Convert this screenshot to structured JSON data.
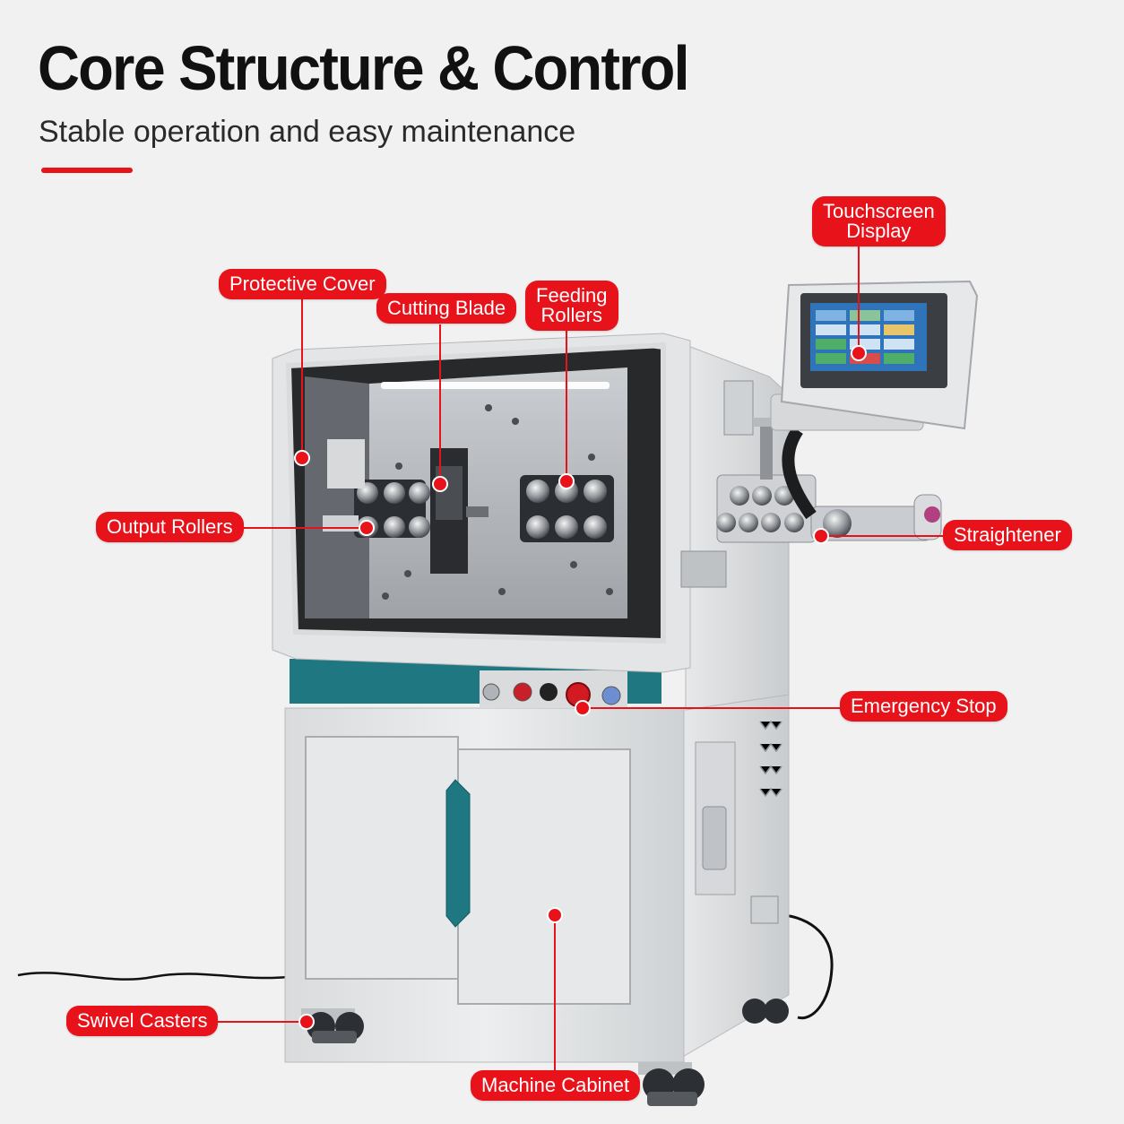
{
  "header": {
    "title": "Core Structure & Control",
    "subtitle": "Stable operation and easy maintenance"
  },
  "colors": {
    "accent": "#e8121b",
    "machine_body": "#e2e4e6",
    "teal_panel": "#1f7782",
    "text_dark": "#111111"
  },
  "callouts": {
    "touchscreen": [
      "Touchscreen",
      "Display"
    ],
    "protective_cover": "Protective Cover",
    "cutting_blade": "Cutting Blade",
    "feeding_rollers": [
      "Feeding",
      "Rollers"
    ],
    "output_rollers": "Output Rollers",
    "straightener": "Straightener",
    "emergency_stop": "Emergency Stop",
    "swivel_casters": "Swivel Casters",
    "machine_cabinet": "Machine Cabinet"
  }
}
